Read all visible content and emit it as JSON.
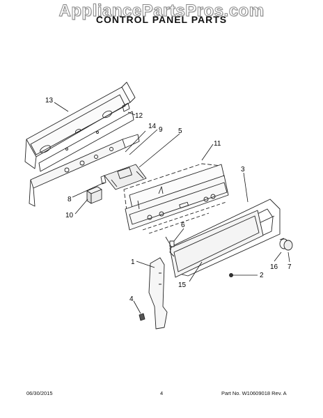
{
  "watermark": "AppliancePartsPros.com",
  "title": "CONTROL PANEL PARTS",
  "callouts": {
    "c1": "1",
    "c2": "2",
    "c3": "3",
    "c4": "4",
    "c5": "5",
    "c6": "6",
    "c7": "7",
    "c8": "8",
    "c9": "9",
    "c10": "10",
    "c11": "11",
    "c12": "12",
    "c13": "13",
    "c14": "14",
    "c15": "15",
    "c16": "16"
  },
  "footer": {
    "date": "06/30/2015",
    "page": "4",
    "part_no": "Part No. W10609018  Rev. A"
  }
}
